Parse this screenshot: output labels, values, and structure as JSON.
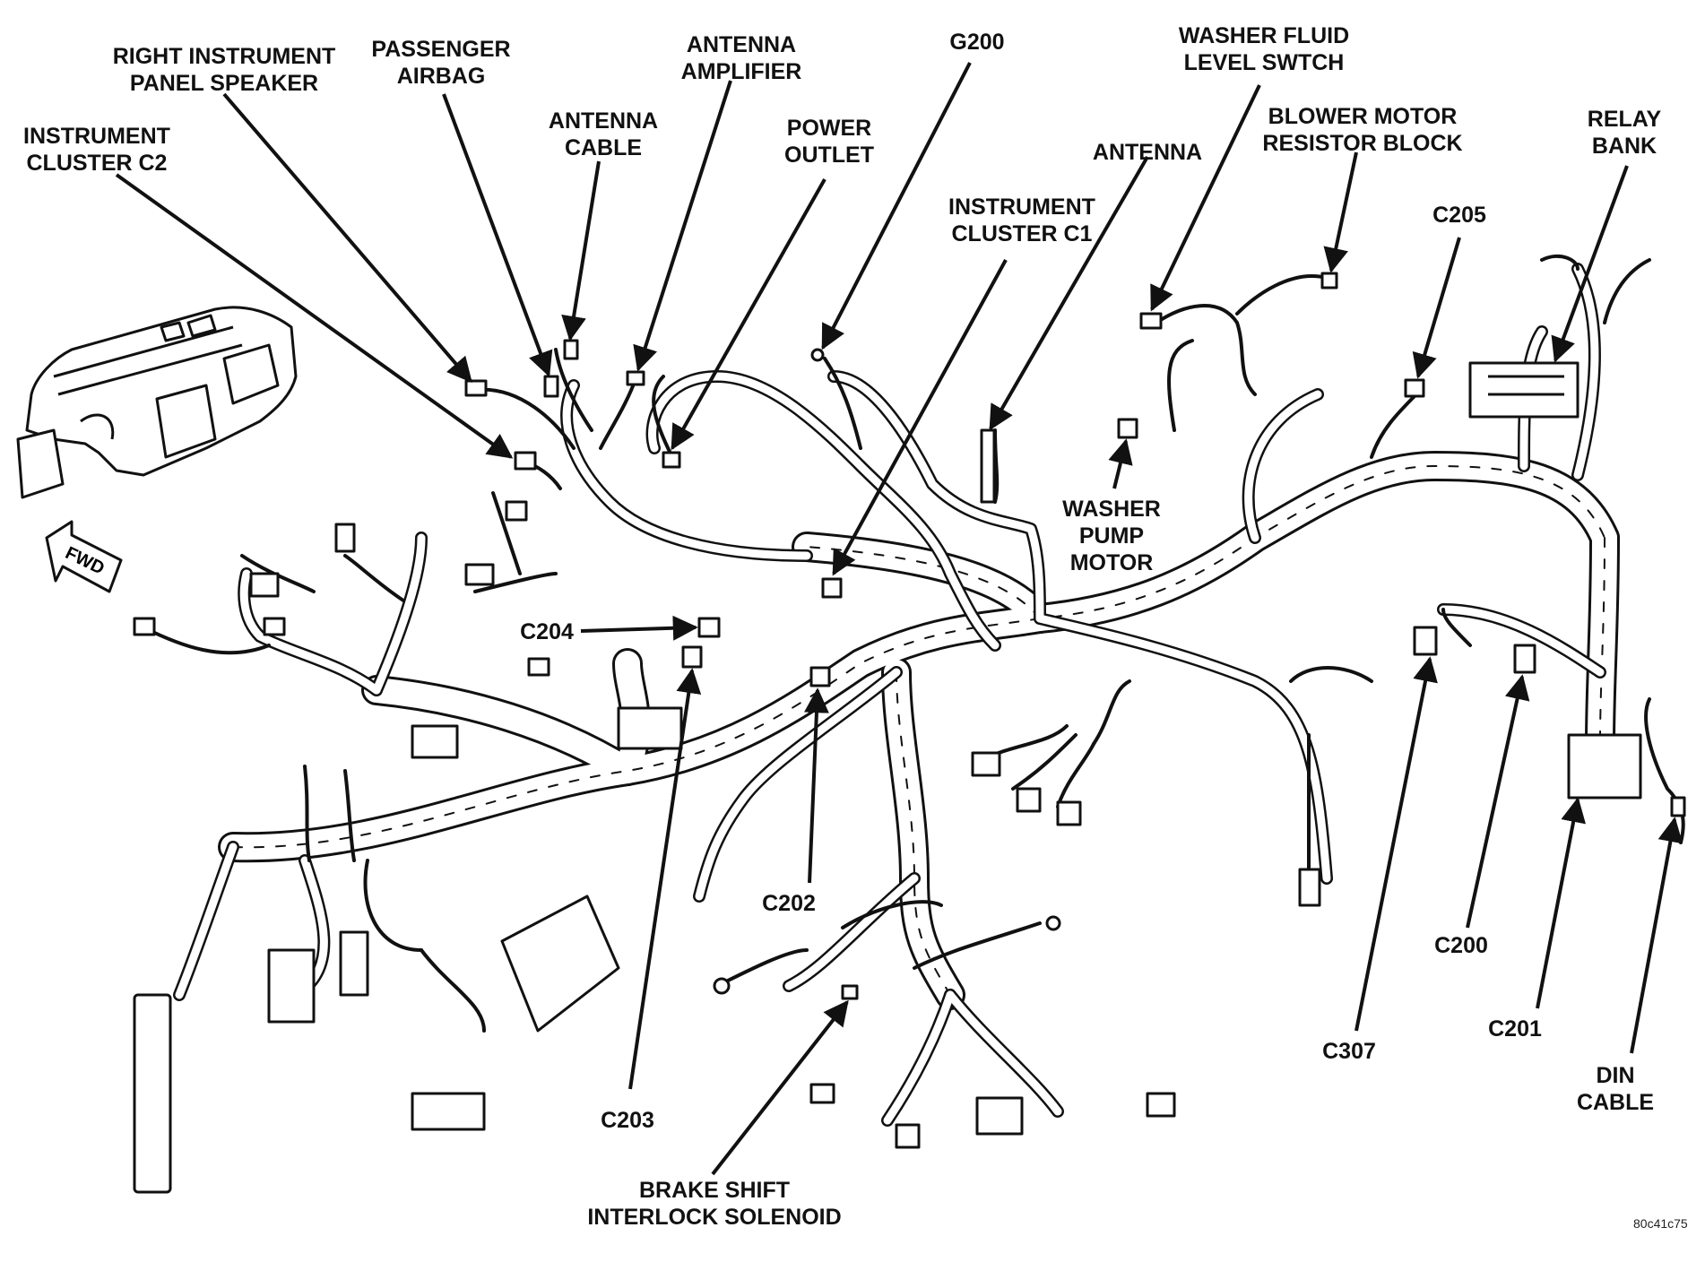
{
  "labels": {
    "instrument_cluster_c2": [
      "INSTRUMENT",
      "CLUSTER C2"
    ],
    "right_instrument_panel_speaker": [
      "RIGHT INSTRUMENT",
      "PANEL SPEAKER"
    ],
    "passenger_airbag": [
      "PASSENGER",
      "AIRBAG"
    ],
    "antenna_cable": [
      "ANTENNA",
      "CABLE"
    ],
    "antenna_amplifier": [
      "ANTENNA",
      "AMPLIFIER"
    ],
    "power_outlet": [
      "POWER",
      "OUTLET"
    ],
    "g200": [
      "G200"
    ],
    "instrument_cluster_c1": [
      "INSTRUMENT",
      "CLUSTER C1"
    ],
    "antenna": [
      "ANTENNA"
    ],
    "washer_fluid_level_switch": [
      "WASHER FLUID",
      "LEVEL SWTCH"
    ],
    "blower_motor_resistor_block": [
      "BLOWER MOTOR",
      "RESISTOR BLOCK"
    ],
    "relay_bank": [
      "RELAY",
      "BANK"
    ],
    "c205": [
      "C205"
    ],
    "washer_pump_motor": [
      "WASHER",
      "PUMP",
      "MOTOR"
    ],
    "c204": [
      "C204"
    ],
    "c202": [
      "C202"
    ],
    "c203": [
      "C203"
    ],
    "brake_shift_interlock_solenoid": [
      "BRAKE SHIFT",
      "INTERLOCK SOLENOID"
    ],
    "c307": [
      "C307"
    ],
    "c200": [
      "C200"
    ],
    "c201": [
      "C201"
    ],
    "din_cable": [
      "DIN",
      "CABLE"
    ]
  },
  "fwd_arrow": "FWD",
  "figure_code": "80c41c75",
  "colors": {
    "ink": "#111111",
    "harness_fill": "#ffffff",
    "background": "#ffffff"
  }
}
